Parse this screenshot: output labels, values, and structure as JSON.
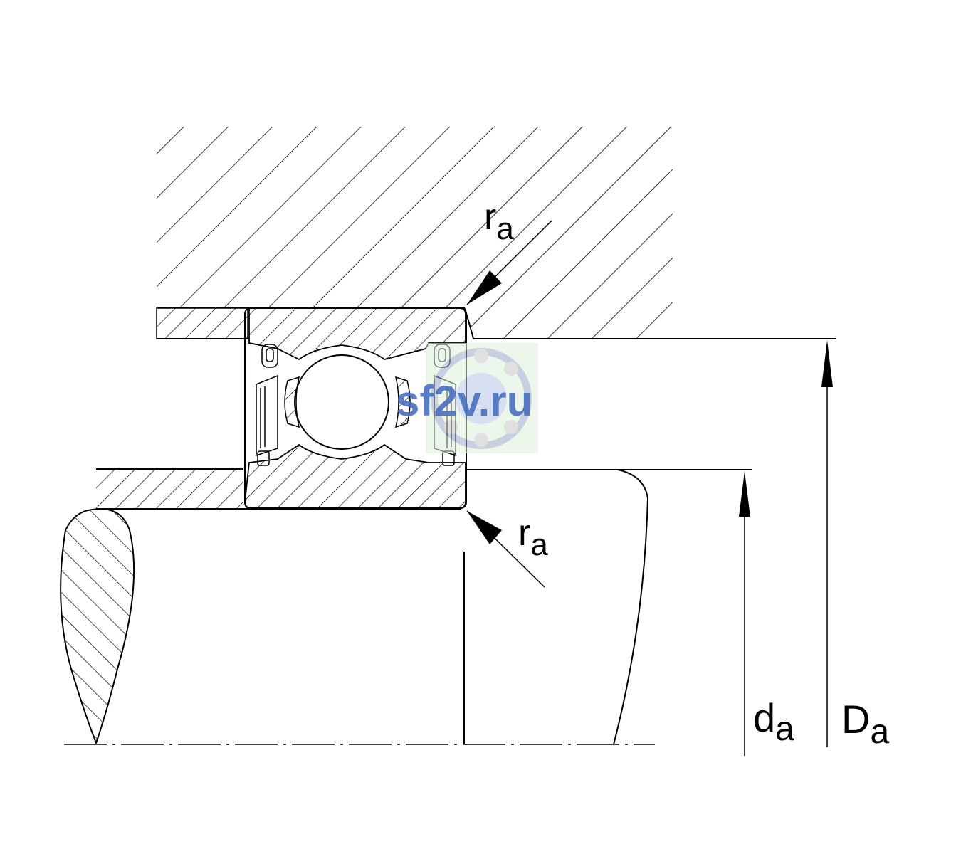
{
  "labels": {
    "ra_top": {
      "base": "r",
      "sub": "a"
    },
    "ra_bottom": {
      "base": "r",
      "sub": "a"
    },
    "da": {
      "base": "d",
      "sub": "a"
    },
    "Da": {
      "base": "D",
      "sub": "a"
    }
  },
  "watermark": {
    "text": "sf2v.ru",
    "color": "#4a6fc0",
    "logo_bg": "#dff0dc"
  },
  "colors": {
    "line": "#000000",
    "background": "#ffffff"
  }
}
